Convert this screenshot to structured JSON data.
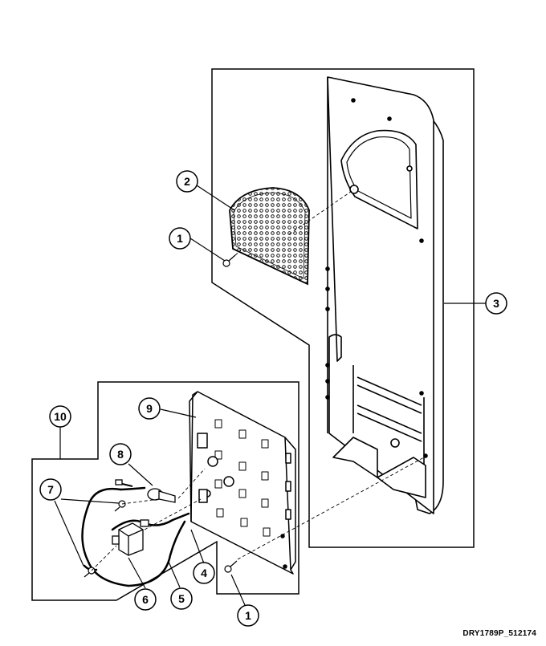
{
  "callouts": {
    "c1a": "1",
    "c2": "2",
    "c3": "3",
    "c10": "10",
    "c9": "9",
    "c8": "8",
    "c7": "7",
    "c4": "4",
    "c6": "6",
    "c5": "5",
    "c1b": "1"
  },
  "drawing_code": "DRY1789P_512174"
}
